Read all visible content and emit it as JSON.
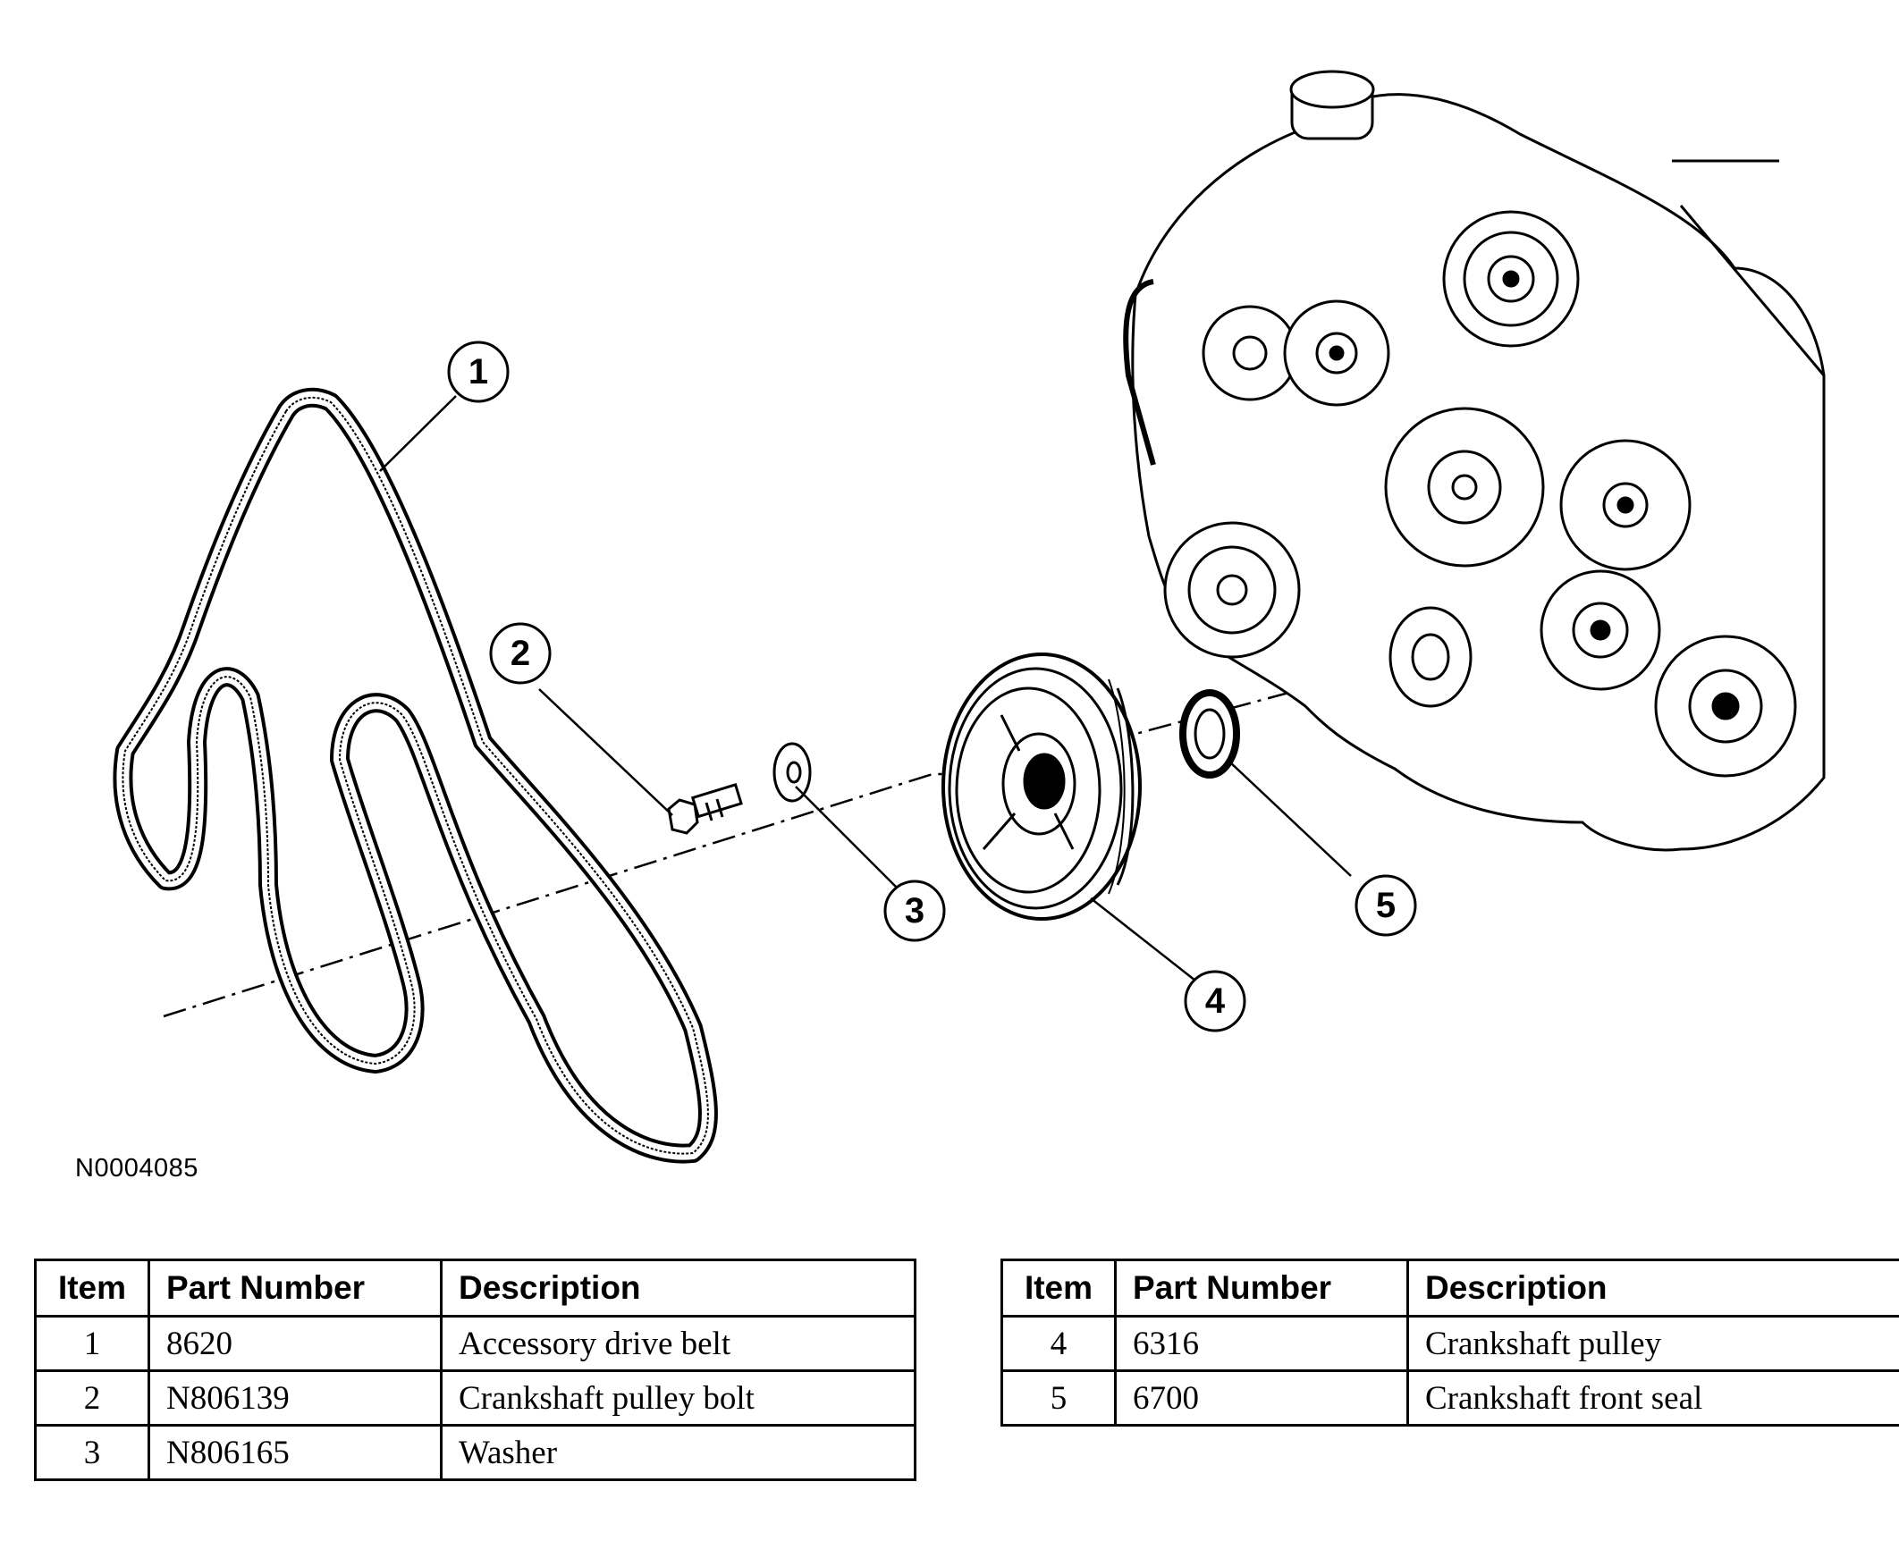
{
  "figure_id": "N0004085",
  "callouts": [
    {
      "item": "1"
    },
    {
      "item": "2"
    },
    {
      "item": "3"
    },
    {
      "item": "4"
    },
    {
      "item": "5"
    }
  ],
  "tables": [
    {
      "headers": {
        "item": "Item",
        "part": "Part Number",
        "desc": "Description"
      },
      "rows": [
        {
          "item": "1",
          "part": "8620",
          "desc": "Accessory drive belt"
        },
        {
          "item": "2",
          "part": "N806139",
          "desc": "Crankshaft pulley bolt"
        },
        {
          "item": "3",
          "part": "N806165",
          "desc": "Washer"
        }
      ]
    },
    {
      "headers": {
        "item": "Item",
        "part": "Part Number",
        "desc": "Description"
      },
      "rows": [
        {
          "item": "4",
          "part": "6316",
          "desc": "Crankshaft pulley"
        },
        {
          "item": "5",
          "part": "6700",
          "desc": "Crankshaft front seal"
        }
      ]
    }
  ]
}
